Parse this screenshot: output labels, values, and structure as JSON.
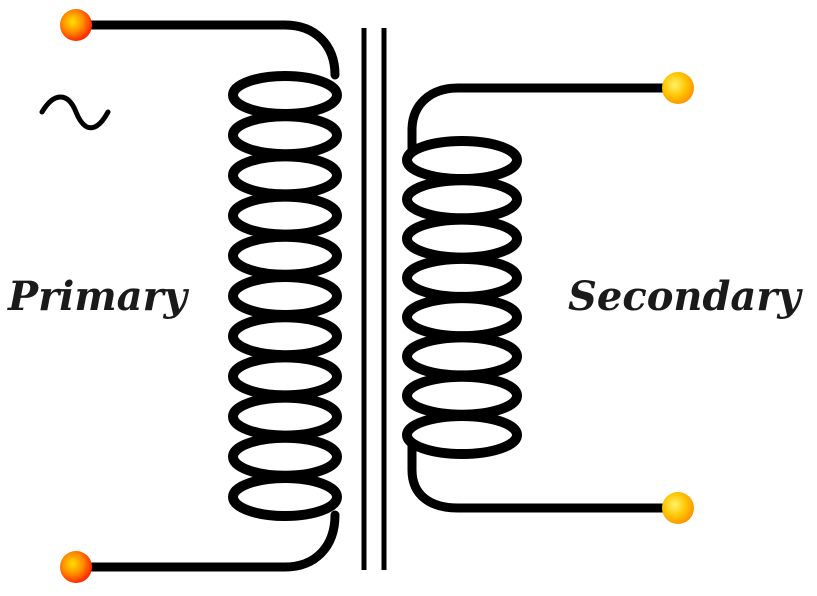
{
  "labels": {
    "primary": "Primary",
    "secondary": "Secondary"
  },
  "primary_coil": {
    "turns": 11
  },
  "secondary_coil": {
    "turns": 8
  },
  "colors": {
    "wire": "#000000",
    "primary_terminal": "#ff3b00",
    "primary_terminal_highlight": "#ffe000",
    "secondary_terminal": "#ffb000",
    "secondary_terminal_highlight": "#fff36a"
  },
  "symbols": {
    "ac_source": "tilde-ac-symbol"
  }
}
